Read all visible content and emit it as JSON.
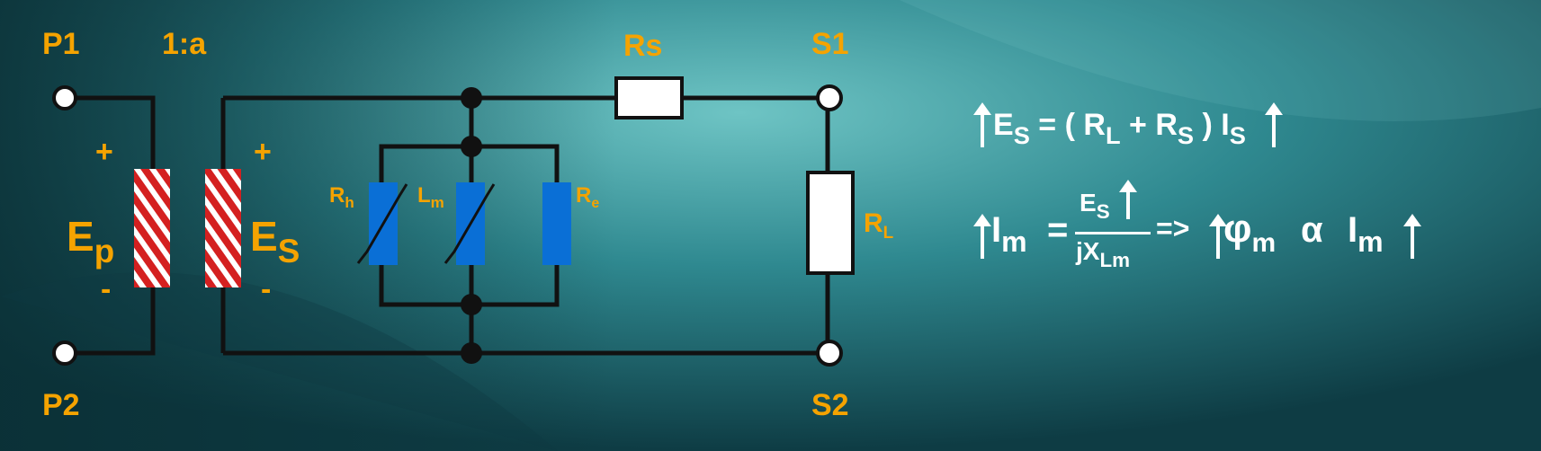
{
  "labels": {
    "p1": "P1",
    "p2": "P2",
    "ratio": "1:a",
    "s1": "S1",
    "s2": "S2",
    "rs": "Rs",
    "plus_primary": "+",
    "minus_primary": "-",
    "plus_secondary": "+",
    "minus_secondary": "-",
    "ep_main": "E",
    "ep_sub": "p",
    "es_main": "E",
    "es_sub": "S",
    "rh_main": "R",
    "rh_sub": "h",
    "lm_main": "L",
    "lm_sub": "m",
    "re_main": "R",
    "re_sub": "e",
    "rl_main": "R",
    "rl_sub": "L"
  },
  "equations": {
    "eq1": {
      "e": "E",
      "e_sub": "S",
      "eq": "=",
      "lp": "(",
      "rl": "R",
      "rl_sub": "L",
      "plus": "+",
      "rs": "R",
      "rs_sub": "S",
      "rp": ")",
      "i": "I",
      "i_sub": "S"
    },
    "eq2": {
      "i": "I",
      "i_sub": "m",
      "eq": "=",
      "num": "E",
      "num_sub": "S",
      "den": "jX",
      "den_sub": "Lm",
      "implies": "=>",
      "phi": "φ",
      "phi_sub": "m",
      "alpha": "α",
      "im": "I",
      "im_sub": "m"
    }
  },
  "colors": {
    "label": "#f5a300",
    "wire": "#111111",
    "coil_red": "#d42020",
    "component_blue": "#0a6fd6",
    "background_center": "#5ab3b7",
    "background_edge": "#0f4148"
  },
  "icons": [
    "primary-coil-icon",
    "secondary-coil-icon",
    "rh-resistor-icon",
    "lm-inductor-icon",
    "re-resistor-icon",
    "rs-resistor-icon",
    "rl-resistor-icon"
  ]
}
